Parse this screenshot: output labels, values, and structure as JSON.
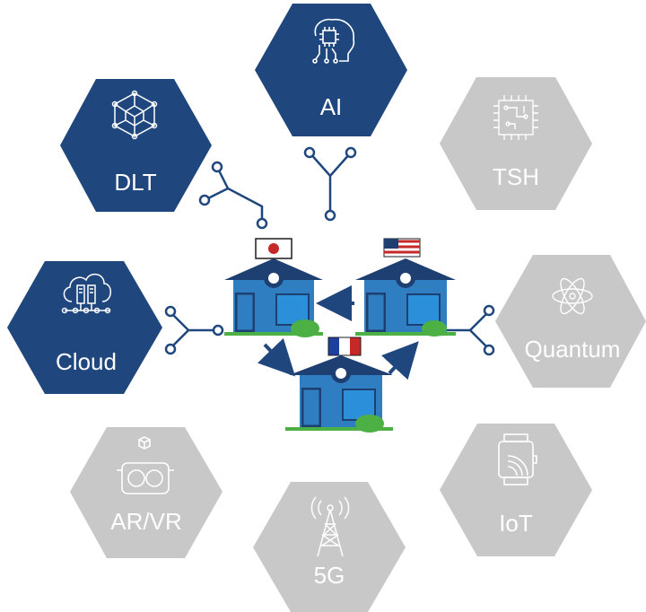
{
  "colors": {
    "active": "#1f477e",
    "inactive": "#c8c8c8",
    "connector": "#1f477e",
    "house_body": "#2f7ec1",
    "house_roof": "#1d3f72",
    "grass": "#4cb044"
  },
  "technologies": [
    {
      "id": "ai",
      "label": "AI",
      "active": true,
      "icon": "brain-chip-icon"
    },
    {
      "id": "dlt",
      "label": "DLT",
      "active": true,
      "icon": "network-cube-icon"
    },
    {
      "id": "tsh",
      "label": "TSH",
      "active": false,
      "icon": "circuit-board-icon"
    },
    {
      "id": "cloud",
      "label": "Cloud",
      "active": true,
      "icon": "cloud-server-icon"
    },
    {
      "id": "quantum",
      "label": "Quantum",
      "active": false,
      "icon": "atom-icon"
    },
    {
      "id": "arvr",
      "label": "AR/VR",
      "active": false,
      "icon": "vr-headset-icon"
    },
    {
      "id": "iot",
      "label": "IoT",
      "active": false,
      "icon": "smartwatch-icon"
    },
    {
      "id": "5g",
      "label": "5G",
      "active": false,
      "icon": "antenna-tower-icon"
    }
  ],
  "houses": [
    {
      "id": "japan",
      "flag": "japan-flag-icon"
    },
    {
      "id": "usa",
      "flag": "usa-flag-icon"
    },
    {
      "id": "france",
      "flag": "france-flag-icon"
    }
  ]
}
